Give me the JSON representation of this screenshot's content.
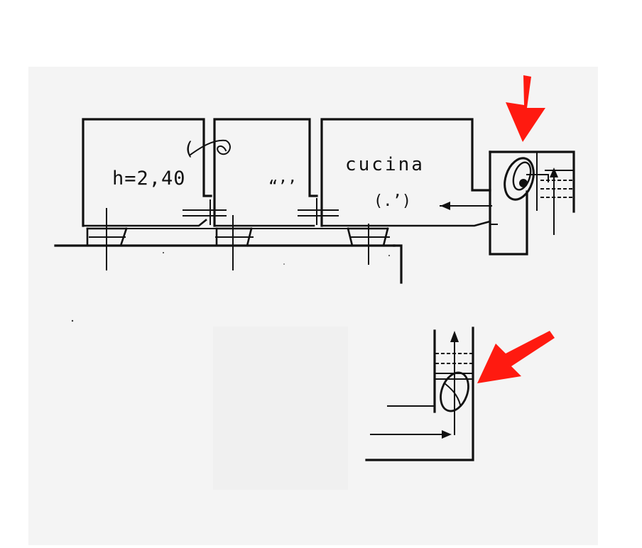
{
  "plan": {
    "rooms": [
      {
        "label": "h=2,40"
      },
      {
        "label": ""
      },
      {
        "label": "cucina"
      }
    ],
    "marks": {
      "room1": "(",
      "room2": "“’’",
      "room3": "(.’)"
    }
  },
  "colors": {
    "ink": "#111111",
    "paper": "#f4f4f4",
    "arrow": "#ff1a10"
  },
  "icons": [
    "red-pointer-arrow",
    "flow-arrow",
    "flue-cylinder"
  ]
}
